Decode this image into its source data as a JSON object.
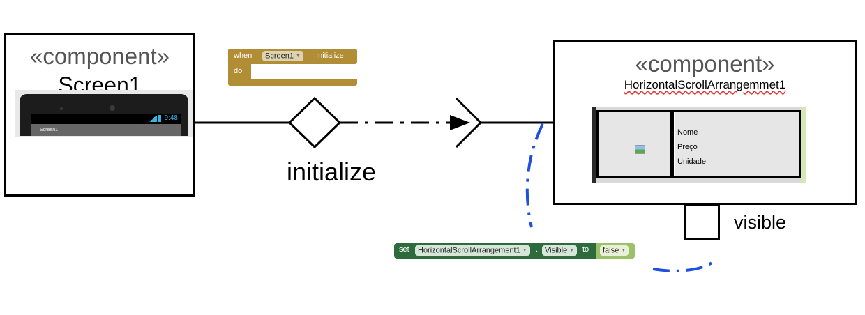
{
  "left_component": {
    "stereotype": "«component»",
    "name": "Screen1",
    "preview": {
      "time": "9:48",
      "title": "Screen1"
    }
  },
  "right_component": {
    "stereotype": "«component»",
    "name": "HorizontalScrollArrangemmet1",
    "preview": {
      "labels": [
        "Nome",
        "Preço",
        "Unidade"
      ]
    }
  },
  "event_block": {
    "when": "when",
    "component": "Screen1",
    "event": ".Initialize",
    "do": "do",
    "color": "#b18e35"
  },
  "set_block": {
    "set": "set",
    "component": "HorizontalScrollArrangement1",
    "dot": ".",
    "property": "Visible",
    "to": "to",
    "value": "false",
    "color": "#2e6b3c",
    "value_color": "#9bc26a"
  },
  "connector": {
    "label": "initialize"
  },
  "port": {
    "label": "visible"
  },
  "colors": {
    "dashed_line": "#1f4fe0",
    "line": "#000000"
  }
}
